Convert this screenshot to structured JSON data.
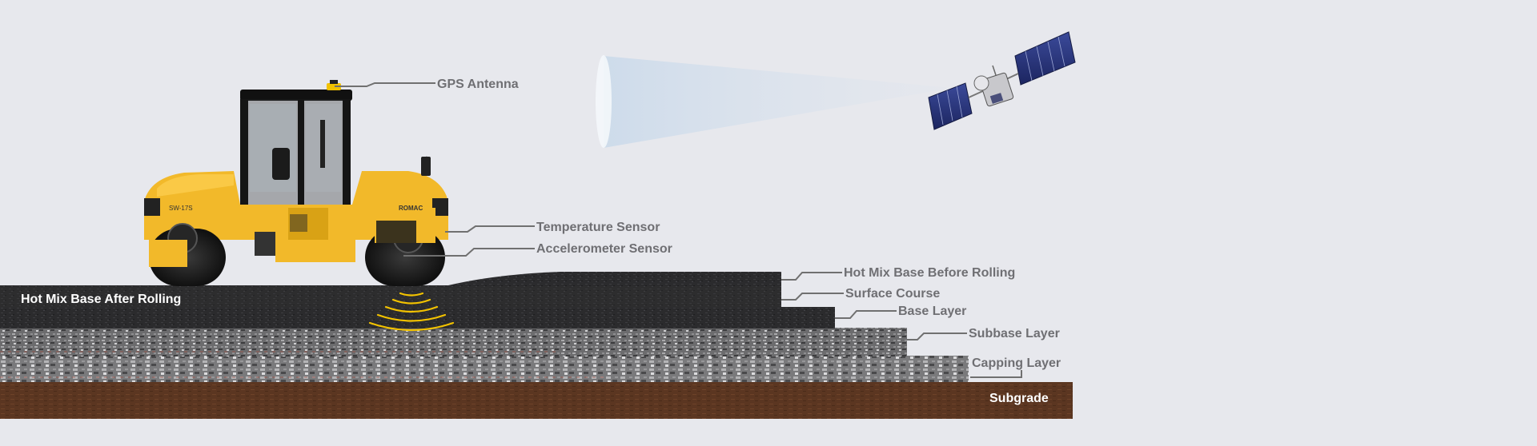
{
  "labels": {
    "gps_antenna": "GPS Antenna",
    "temperature_sensor": "Temperature Sensor",
    "accelerometer_sensor": "Accelerometer Sensor",
    "hot_mix_before": "Hot Mix Base Before  Rolling",
    "surface_course": "Surface Course",
    "base_layer": "Base Layer",
    "subbase_layer": "Subbase Layer",
    "capping_layer": "Capping Layer",
    "subgrade": "Subgrade",
    "hot_mix_after": "Hot Mix Base After  Rolling",
    "roller_model": "SW-17S",
    "roller_brand": "ROMAC"
  },
  "colors": {
    "background": "#e7e8ed",
    "roller_body": "#f2b92a",
    "asphalt": "#2a2a2c",
    "subgrade": "#5a3520",
    "aggregate": "#8a8a8a",
    "vibration": "#f2c200",
    "label_text": "#6f6f73",
    "leader_line": "#707070",
    "satellite_panel": "#2a3575"
  },
  "icons": [
    "satellite-icon",
    "signal-beam",
    "vibration-waves-icon",
    "road-roller-icon"
  ]
}
